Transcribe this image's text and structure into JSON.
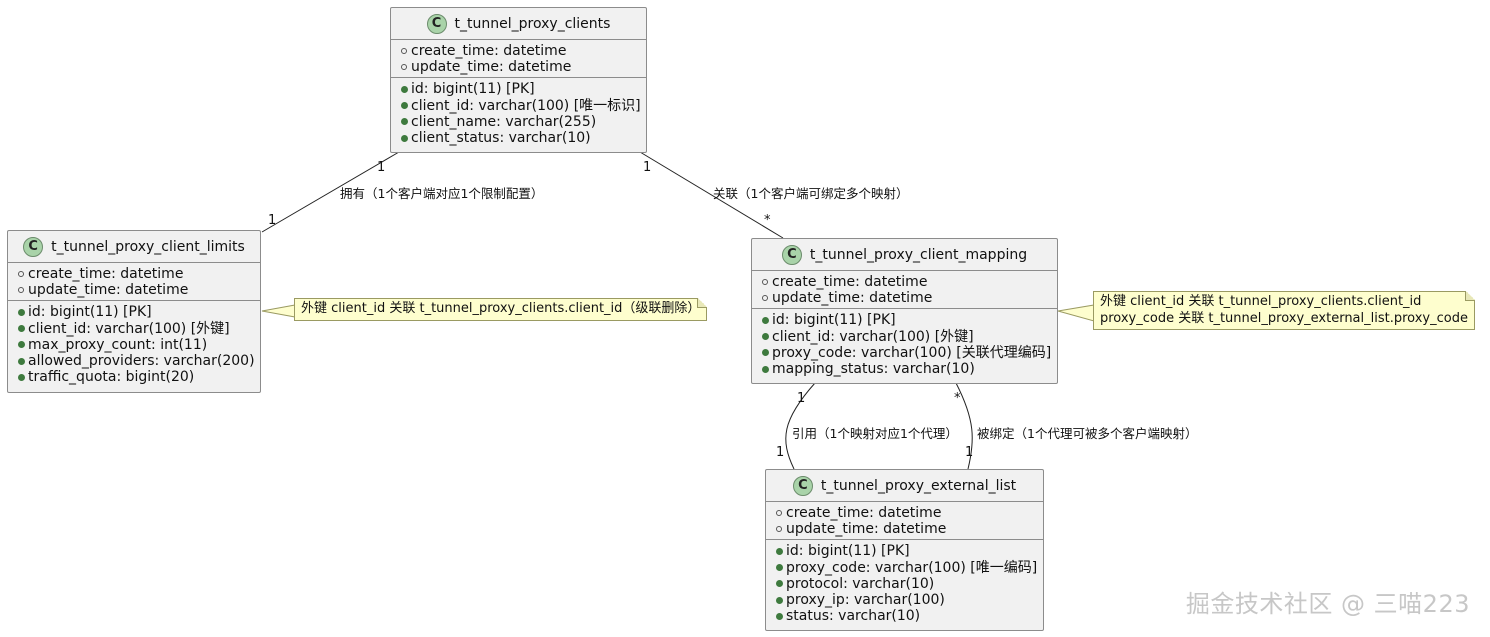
{
  "classes": {
    "clients": {
      "name": "t_tunnel_proxy_clients",
      "icon": "C",
      "fields": [
        "create_time: datetime",
        "update_time: datetime"
      ],
      "methods": [
        "id: bigint(11) [PK]",
        "client_id: varchar(100) [唯一标识]",
        "client_name: varchar(255)",
        "client_status: varchar(10)"
      ]
    },
    "limits": {
      "name": "t_tunnel_proxy_client_limits",
      "icon": "C",
      "fields": [
        "create_time: datetime",
        "update_time: datetime"
      ],
      "methods": [
        "id: bigint(11) [PK]",
        "client_id: varchar(100) [外键]",
        "max_proxy_count: int(11)",
        "allowed_providers: varchar(200)",
        "traffic_quota: bigint(20)"
      ]
    },
    "mapping": {
      "name": "t_tunnel_proxy_client_mapping",
      "icon": "C",
      "fields": [
        "create_time: datetime",
        "update_time: datetime"
      ],
      "methods": [
        "id: bigint(11) [PK]",
        "client_id: varchar(100) [外键]",
        "proxy_code: varchar(100) [关联代理编码]",
        "mapping_status: varchar(10)"
      ]
    },
    "external": {
      "name": "t_tunnel_proxy_external_list",
      "icon": "C",
      "fields": [
        "create_time: datetime",
        "update_time: datetime"
      ],
      "methods": [
        "id: bigint(11) [PK]",
        "proxy_code: varchar(100) [唯一编码]",
        "protocol: varchar(10)",
        "proxy_ip: varchar(100)",
        "status: varchar(10)"
      ]
    }
  },
  "notes": {
    "limits_note": [
      "外键 client_id 关联 t_tunnel_proxy_clients.client_id（级联删除）"
    ],
    "mapping_note": [
      "外键 client_id 关联 t_tunnel_proxy_clients.client_id",
      "proxy_code 关联 t_tunnel_proxy_external_list.proxy_code"
    ]
  },
  "relations": {
    "clients_limits": {
      "label": "拥有（1个客户端对应1个限制配置）",
      "from_mult": "1",
      "to_mult": "1"
    },
    "clients_mapping": {
      "label": "关联（1个客户端可绑定多个映射）",
      "from_mult": "1",
      "to_mult": "*"
    },
    "mapping_external_ref": {
      "label": "引用（1个映射对应1个代理）",
      "from_mult": "1",
      "to_mult": "1"
    },
    "mapping_external_bind": {
      "label": "被绑定（1个代理可被多个客户端映射）",
      "from_mult": "*",
      "to_mult": "1"
    }
  },
  "watermark": "掘金技术社区 @ 三喵223",
  "colors": {
    "class_bg": "#f1f1f1",
    "badge": "#a9d3a9",
    "note_bg": "#fefece",
    "border": "#8c8c8c"
  }
}
